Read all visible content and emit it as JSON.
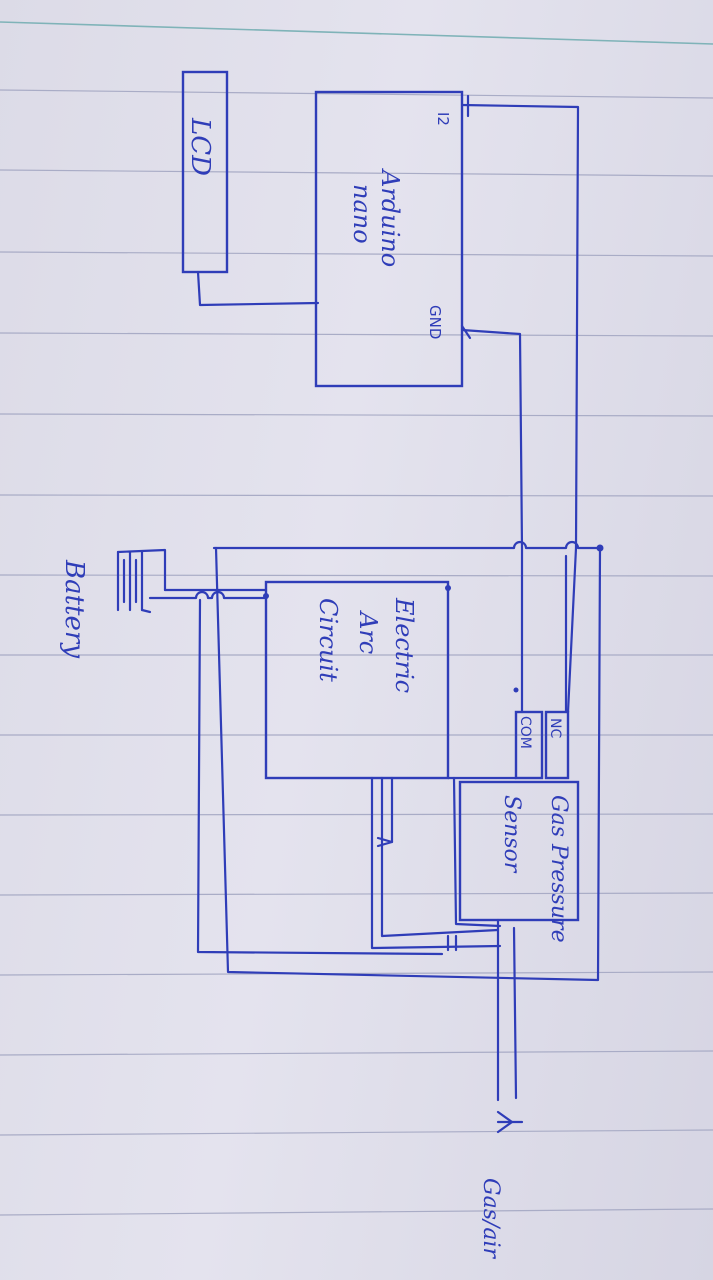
{
  "diagram": {
    "lcd_label": "LCD",
    "arduino_label": [
      "Arduino",
      "nano"
    ],
    "pin_i2c": "I2",
    "pin_gnd": "GND",
    "arc_label": [
      "Electric",
      "Arc",
      "Circuit"
    ],
    "nc_label": "NC",
    "com_label": "COM",
    "sensor_label": [
      "Gas Pressure",
      "Sensor"
    ],
    "battery_label": "Battery",
    "inlet_label": "Gas/air"
  },
  "colors": {
    "ink": "#2f3db8",
    "paper": "#dcdbe7",
    "rule": "#a9acc6",
    "margin_line": "#7fb3b8"
  }
}
